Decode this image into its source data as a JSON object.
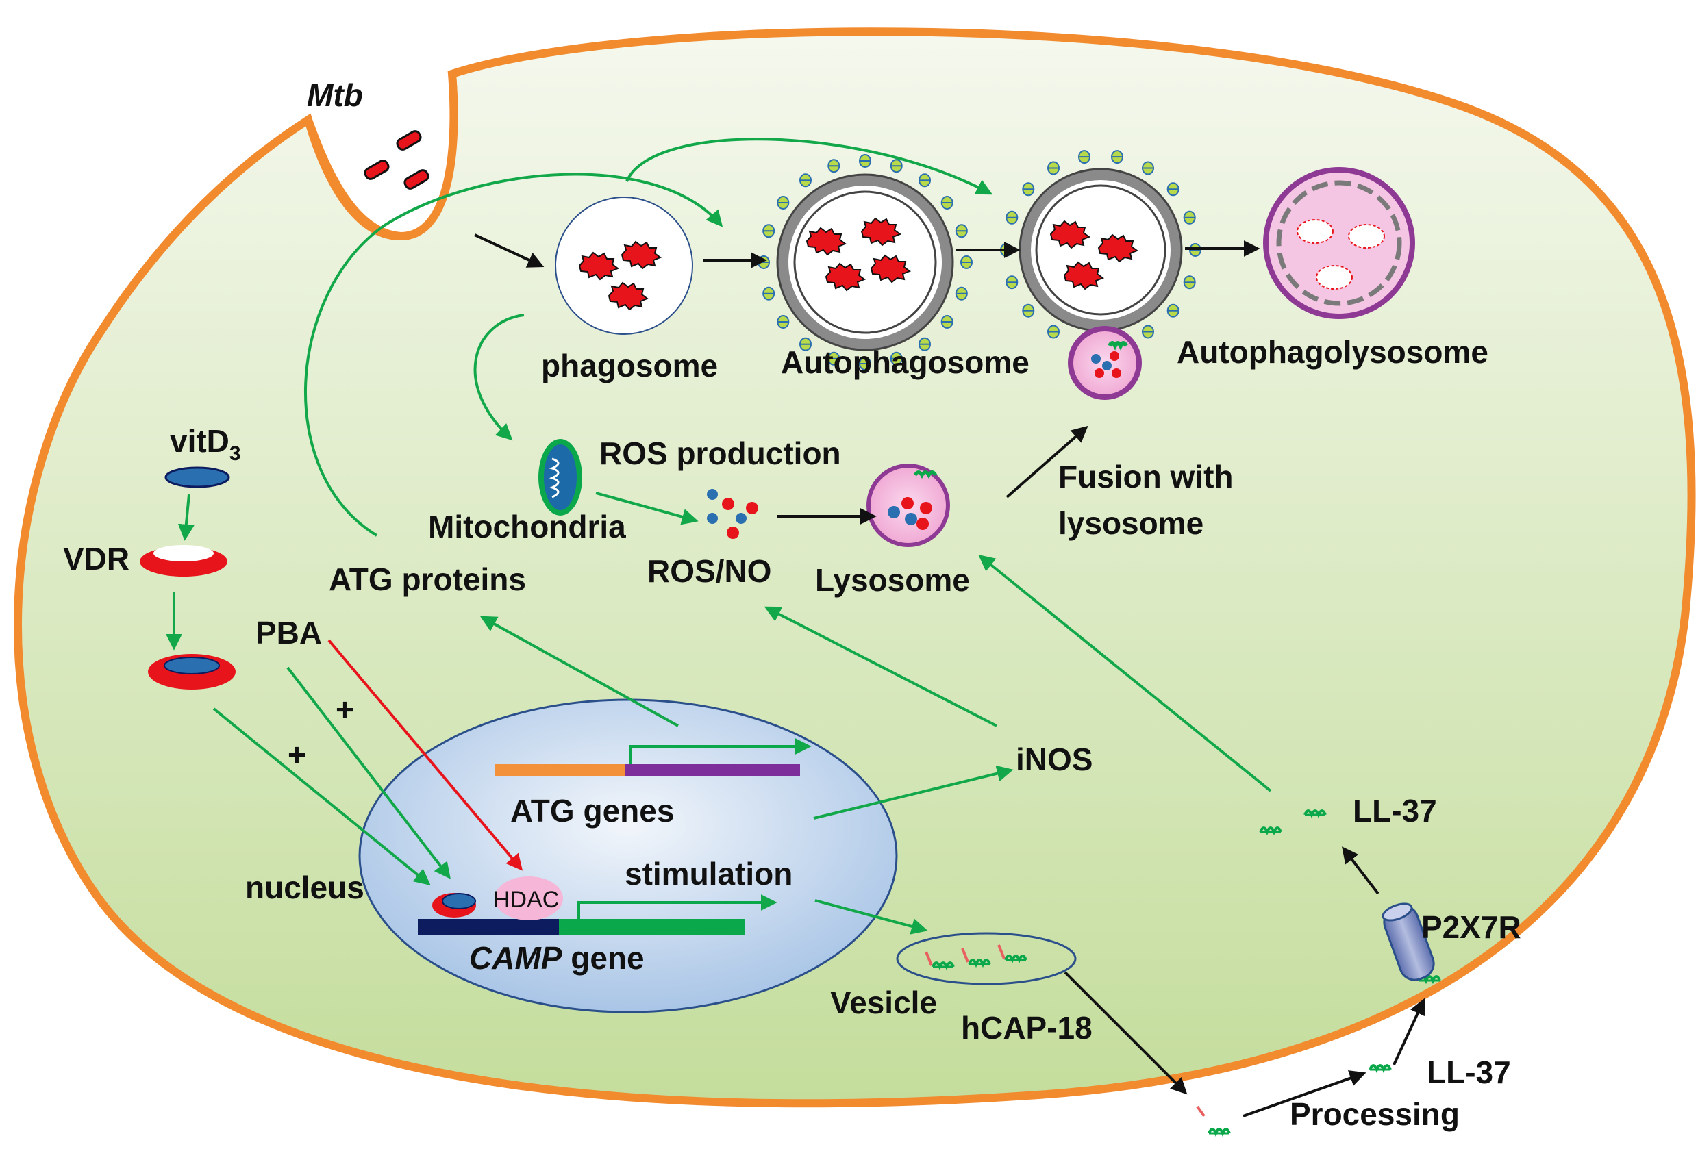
{
  "labels": {
    "mtb": "Mtb",
    "phagosome": "phagosome",
    "autophagosome": "Autophagosome",
    "autophagolysosome": "Autophagolysosome",
    "vitd3_main": "vitD",
    "vitd3_sub": "3",
    "vdr": "VDR",
    "ros_production": "ROS production",
    "mitochondria": "Mitochondria",
    "ros_no": "ROS/NO",
    "lysosome": "Lysosome",
    "fusion_line1": "Fusion with",
    "fusion_line2": "lysosome",
    "atg_proteins": "ATG proteins",
    "pba": "PBA",
    "plus": "+",
    "inos": "iNOS",
    "atg_genes": "ATG genes",
    "ll37": "LL-37",
    "nucleus": "nucleus",
    "hdac": "HDAC",
    "stimulation": "stimulation",
    "camp_italic": "CAMP",
    "camp_rest": " gene",
    "p2x7r": "P2X7R",
    "vesicle": "Vesicle",
    "hcap18": "hCAP-18",
    "processing": "Processing"
  },
  "colors": {
    "membrane": "#f28a2e",
    "cytoplasm_top": "#f4f7ea",
    "cytoplasm_bottom": "#c6dea0",
    "pathogen": "#e8141b",
    "green_arrow": "#12a84a",
    "black_arrow": "#111111",
    "red_arrow": "#e8141b",
    "vdr_red": "#e8141b",
    "vitd3_blue": "#2a6fb0",
    "lysosome_fill": "#f4b3da",
    "lysosome_ring": "#8e3a95",
    "atg_orange": "#f2913a",
    "atg_purple": "#7d2e9b",
    "camp_navy": "#0c1c5e",
    "camp_green": "#0aa84a",
    "hdac_pink": "#f6b6d8",
    "p2x7r_blue": "#7f8fc4",
    "nucleus_fill": "#bcd3ec"
  }
}
